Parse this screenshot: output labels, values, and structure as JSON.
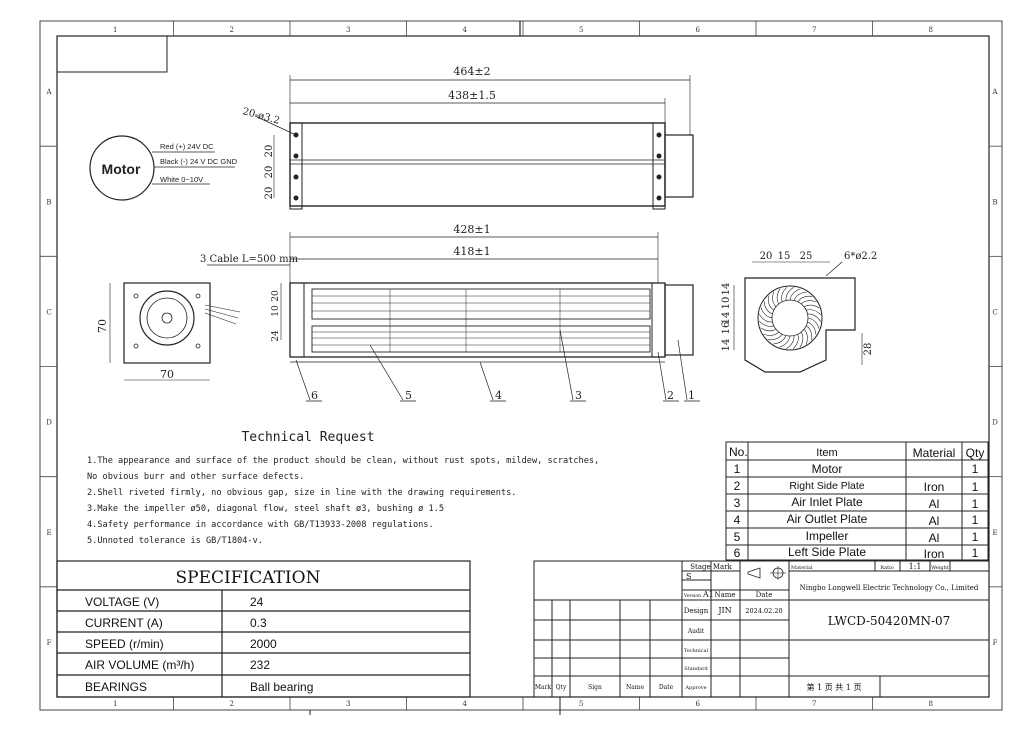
{
  "grid": {
    "columns": [
      "1",
      "2",
      "3",
      "4",
      "5",
      "6",
      "7",
      "8"
    ],
    "rows": [
      "A",
      "B",
      "C",
      "D",
      "E",
      "F"
    ]
  },
  "top_view": {
    "dim_overall": "464±2",
    "dim_body": "438±1.5",
    "holes": "20-ø3.2",
    "pitches": [
      "20",
      "20",
      "20"
    ]
  },
  "front_view": {
    "dim_overall": "428±1",
    "dim_body": "418±1",
    "cable": "3 Cable L=500 mm",
    "left_dims": [
      "20",
      "10",
      "24"
    ],
    "balloons": [
      "6",
      "5",
      "4",
      "3",
      "2",
      "1"
    ]
  },
  "motor_view": {
    "width": "70",
    "height": "70"
  },
  "side_view": {
    "top_dims": [
      "20",
      "15",
      "25"
    ],
    "holes": "6*ø2.2",
    "left_dims": [
      "14",
      "10",
      "14",
      "16",
      "14"
    ],
    "right_dim": "28"
  },
  "motor_wiring": {
    "label": "Motor",
    "wires": [
      "Red (+) 24V DC",
      "Black (-) 24 V DC GND",
      "White 0~10V"
    ]
  },
  "technical_request": {
    "title": "Technical Request",
    "lines": [
      "1.The appearance and surface of the product should be clean, without rust spots, mildew, scratches,",
      "  No obvious burr and other surface defects.",
      "2.Shell riveted firmly, no obvious gap, size in line with the drawing requirements.",
      "3.Make the impeller ø50, diagonal flow, steel shaft ø3, bushing ø 1.5",
      "4.Safety performance in accordance with GB/T13933-2008 regulations.",
      "5.Unnoted tolerance is GB/T1804-v."
    ]
  },
  "bom": {
    "headers": [
      "No.",
      "Item",
      "Material",
      "Qty"
    ],
    "rows": [
      [
        "1",
        "Motor",
        "",
        "1"
      ],
      [
        "2",
        "Right Side Plate",
        "Iron",
        "1"
      ],
      [
        "3",
        "Air Inlet Plate",
        "Al",
        "1"
      ],
      [
        "4",
        "Air Outlet Plate",
        "Al",
        "1"
      ],
      [
        "5",
        "Impeller",
        "Al",
        "1"
      ],
      [
        "6",
        "Left Side Plate",
        "Iron",
        "1"
      ]
    ]
  },
  "specification": {
    "title": "SPECIFICATION",
    "rows": [
      [
        "VOLTAGE (V)",
        "24"
      ],
      [
        "CURRENT  (A)",
        "0.3"
      ],
      [
        "SPEED   (r/min)",
        "2000"
      ],
      [
        "AIR VOLUME  (m³/h)",
        "232"
      ],
      [
        "BEARINGS",
        "Ball bearing"
      ]
    ]
  },
  "title_block": {
    "stage_mark": "Stage Mark",
    "stage": "S",
    "version_label": "Version",
    "version": "A1",
    "name_label": "Name",
    "date_label": "Date",
    "material_label": "Material",
    "ratio_label": "Ratio",
    "ratio": "1:1",
    "weight_label": "Weight",
    "company": "Ningbo Longwell Electric Technology  Co., Limited",
    "design_label": "Design",
    "designer": "JIN",
    "design_date": "2024.02.20",
    "audit_label": "Audit",
    "technical_label": "Technical",
    "standard_label": "Standard",
    "approve_label": "Approve",
    "drawing_no": "LWCD-50420MN-07",
    "page": "第 1 页   共 1 页",
    "rev_headers": [
      "Mark",
      "Qty",
      "Sign",
      "Name",
      "Date"
    ]
  }
}
